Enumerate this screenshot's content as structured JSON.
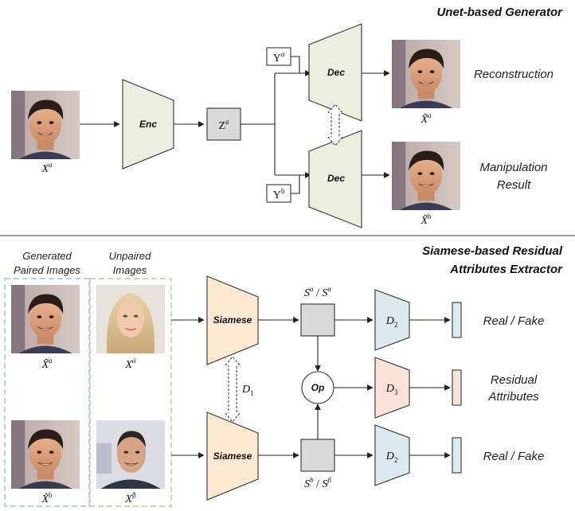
{
  "colors": {
    "generator_block": "#eceee0",
    "siamese_block": "#fde9d1",
    "d2_block": "#dceaf0",
    "d3_block": "#fbe2d8",
    "latent_box": "#d9d9d9",
    "bar_blue": "#dceaf0",
    "bar_pink": "#fbe2d8",
    "dashed_blue": "#8fc6dd",
    "dashed_green": "#bfc49a",
    "divider": "#333333"
  },
  "top": {
    "title": "Unet-based Generator",
    "enc": "Enc",
    "dec": "Dec",
    "z": {
      "base": "Z",
      "sup": "a"
    },
    "ya": {
      "base": "Y",
      "sup": "a"
    },
    "yb": {
      "base": "Y",
      "sup": "b"
    },
    "xa": {
      "base": "X",
      "sup": "a"
    },
    "xta": {
      "base": "X̃",
      "sup": "a"
    },
    "xtb": {
      "base": "X̃",
      "sup": "b"
    },
    "reconstruction": "Reconstruction",
    "manipulation_line1": "Manipulation",
    "manipulation_line2": "Result",
    "input_image_icon": "face-photo-icon"
  },
  "bottom": {
    "title_line1": "Siamese-based Residual",
    "title_line2": "Attributes Extractor",
    "generated_line1": "Generated",
    "generated_line2": "Paired Images",
    "unpaired_line1": "Unpaired",
    "unpaired_line2": "Images",
    "siamese": "Siamese",
    "op": "Op",
    "d1": {
      "base": "D",
      "sub": "1"
    },
    "d2": {
      "base": "D",
      "sub": "2"
    },
    "d3": {
      "base": "D",
      "sub": "3"
    },
    "sa": {
      "base": "S",
      "sup": "a",
      "sep": " / ",
      "base2": "S",
      "sup2": "α"
    },
    "sb": {
      "base": "S",
      "sup": "b",
      "sep": " / ",
      "base2": "S",
      "sup2": "β"
    },
    "xta": {
      "base": "X̃",
      "sup": "a"
    },
    "xtb": {
      "base": "X̃",
      "sup": "b"
    },
    "xalpha": {
      "base": "X",
      "sup": "α"
    },
    "xbeta": {
      "base": "X",
      "sup": "β"
    },
    "real_fake": "Real / Fake",
    "residual_line1": "Residual",
    "residual_line2": "Attributes"
  }
}
